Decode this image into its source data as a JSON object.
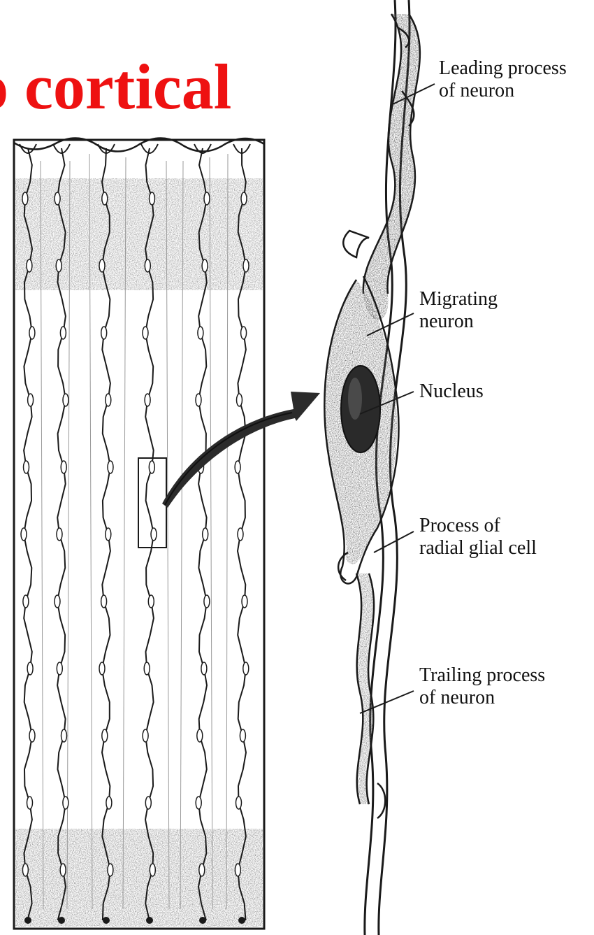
{
  "title": {
    "text": "o cortical",
    "color": "#ee1111"
  },
  "labels": {
    "leading_process": {
      "line1": "Leading process",
      "line2": "of neuron"
    },
    "migrating_neuron": {
      "line1": "Migrating",
      "line2": "neuron"
    },
    "nucleus": {
      "line1": "Nucleus"
    },
    "radial_glial_process": {
      "line1": "Process of",
      "line2": "radial glial cell"
    },
    "trailing_process": {
      "line1": "Trailing process",
      "line2": "of neuron"
    }
  },
  "colors": {
    "ink": "#1a1a1a",
    "stipple": "#444444",
    "cell_shade": "#8a8a8a",
    "nucleus": "#2a2a2a"
  }
}
